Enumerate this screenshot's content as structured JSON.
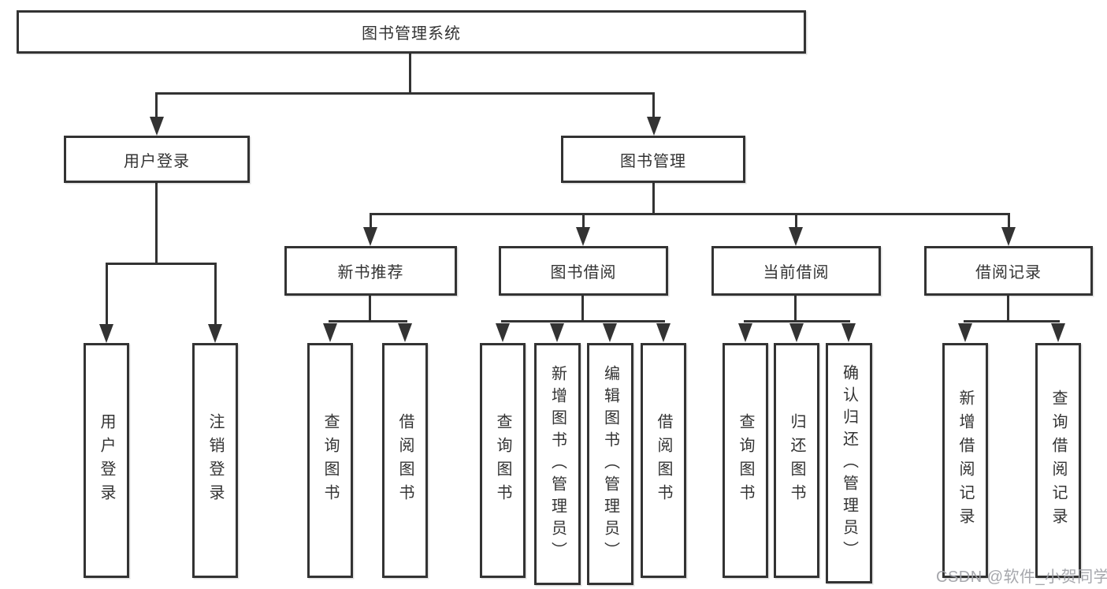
{
  "tree": {
    "root": {
      "label": "图书管理系统",
      "children": [
        {
          "label": "用户登录",
          "children": [
            {
              "label": "用户登录"
            },
            {
              "label": "注销登录"
            }
          ]
        },
        {
          "label": "图书管理",
          "children": [
            {
              "label": "新书推荐",
              "children": [
                {
                  "label": "查询图书"
                },
                {
                  "label": "借阅图书"
                }
              ]
            },
            {
              "label": "图书借阅",
              "children": [
                {
                  "label": "查询图书"
                },
                {
                  "label": "新增图书（管理员）"
                },
                {
                  "label": "编辑图书（管理员）"
                },
                {
                  "label": "借阅图书"
                }
              ]
            },
            {
              "label": "当前借阅",
              "children": [
                {
                  "label": "查询图书"
                },
                {
                  "label": "归还图书"
                },
                {
                  "label": "确认归还（管理员）"
                }
              ]
            },
            {
              "label": "借阅记录",
              "children": [
                {
                  "label": "新增借阅记录"
                },
                {
                  "label": "查询借阅记录"
                }
              ]
            }
          ]
        }
      ]
    }
  },
  "watermark": {
    "text": "CSDN @软件_小贺同学"
  },
  "colors": {
    "line": "#333333",
    "box_border": "#333333",
    "box_fill": "#ffffff",
    "text": "#333333",
    "watermark_text": "#9fa0a6",
    "background": "#ffffff"
  }
}
